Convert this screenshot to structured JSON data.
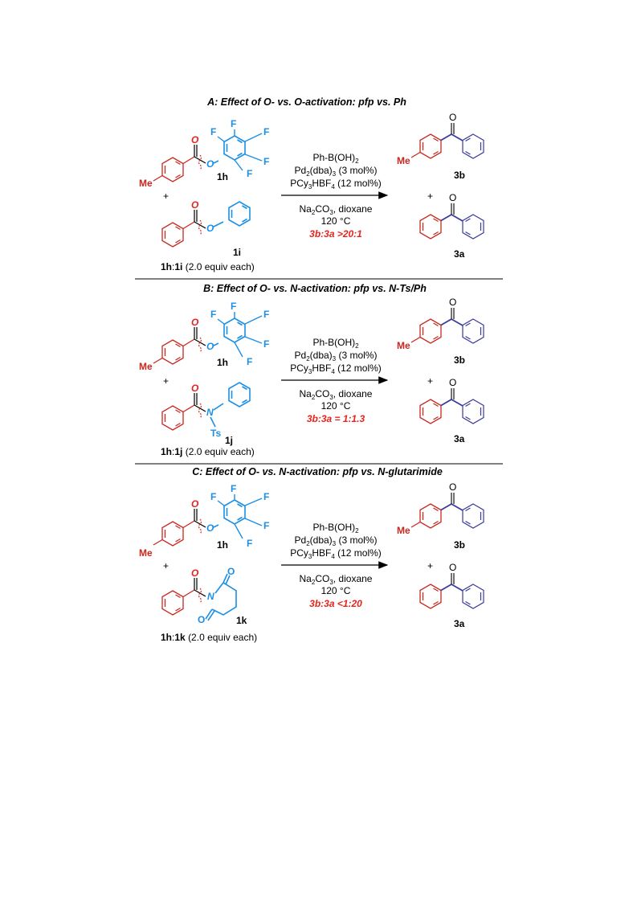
{
  "sections": [
    {
      "title": "A: Effect of O- vs. O-activation: pfp vs. Ph",
      "substrate1": "1h",
      "substrate2": "1i",
      "equiv_cmpd1": "1h",
      "equiv_cmpd2": "1i",
      "equiv_text": "(2.0 equiv each)",
      "ratio": "3b:3a >20:1",
      "leaving_atom": "O"
    },
    {
      "title": "B: Effect of O- vs. N-activation: pfp vs. N-Ts/Ph",
      "substrate1": "1h",
      "substrate2": "1j",
      "equiv_cmpd1": "1h",
      "equiv_cmpd2": "1j",
      "equiv_text": "(2.0 equiv each)",
      "ratio": "3b:3a = 1:1.3",
      "leaving_atom": "N",
      "extra": "Ts"
    },
    {
      "title": "C: Effect of O- vs. N-activation: pfp vs. N-glutarimide",
      "substrate1": "1h",
      "substrate2": "1k",
      "equiv_cmpd1": "1h",
      "equiv_cmpd2": "1k",
      "equiv_text": "(2.0 equiv each)",
      "ratio": "3b:3a <1:20",
      "leaving_atom": "N"
    }
  ],
  "conditions": {
    "reagent1": "Ph-B(OH)",
    "reagent1_sub": "2",
    "reagent2a": "Pd",
    "reagent2_sub1": "2",
    "reagent2b": "(dba)",
    "reagent2_sub2": "3",
    "reagent2c": " (3 mol%)",
    "reagent3a": "PCy",
    "reagent3_sub1": "3",
    "reagent3b": "HBF",
    "reagent3_sub2": "4",
    "reagent3c": " (12 mol%)",
    "base_a": "Na",
    "base_sub1": "2",
    "base_b": "CO",
    "base_sub2": "3",
    "base_c": ", dioxane",
    "temp": "120 °C"
  },
  "products": {
    "p1": "3b",
    "p2": "3a"
  },
  "labels": {
    "me": "Me",
    "plus": "+",
    "fluorine": "F",
    "oxygen": "O",
    "ts": "Ts"
  },
  "colors": {
    "red": "#c8281f",
    "blue": "#1b8fe6",
    "navy": "#3a3a9a"
  }
}
